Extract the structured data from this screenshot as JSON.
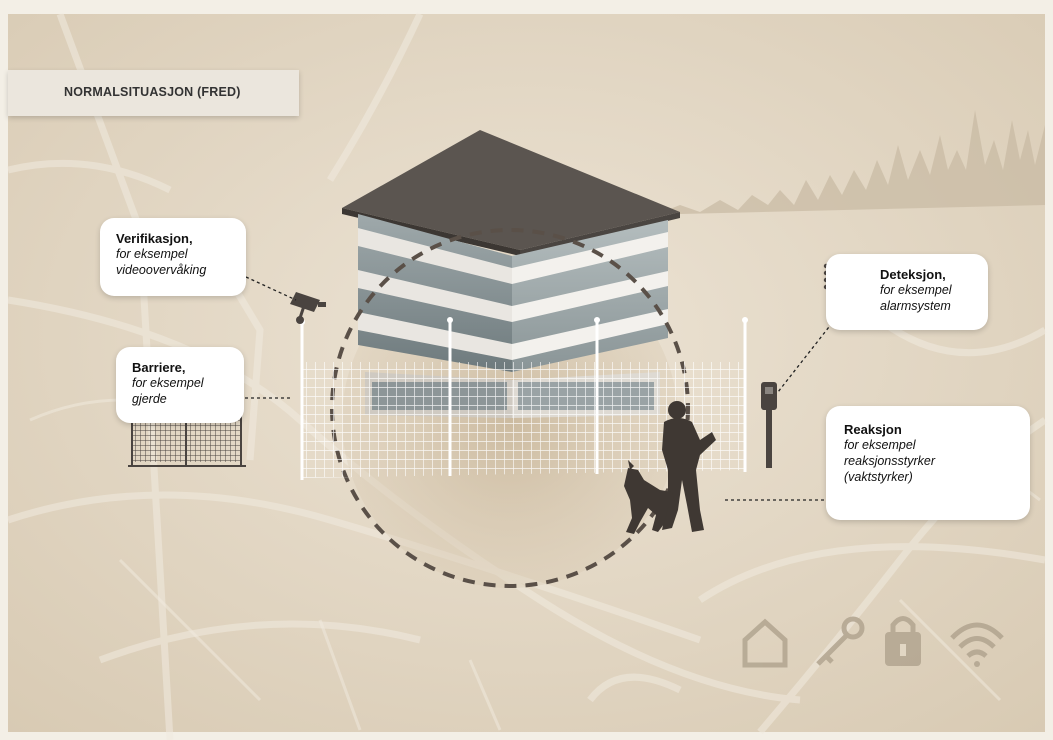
{
  "scenario_tab": "NORMALSITUASJON (FRED)",
  "labels": {
    "verification": {
      "title": "Verifikasjon,",
      "line1": "for eksempel",
      "line2": "videoovervåking"
    },
    "barrier": {
      "title": "Barriere,",
      "line1": "for eksempel",
      "line2": "gjerde"
    },
    "detection": {
      "title": "Deteksjon,",
      "line1": "for eksempel",
      "line2": "alarmsystem"
    },
    "reaction": {
      "title": "Reaksjon",
      "line1": "for eksempel",
      "line2": "reaksjonsstyrker",
      "line3": "(vaktstyrker)"
    }
  },
  "icons": [
    "house-icon",
    "key-icon",
    "padlock-icon",
    "wifi-icon"
  ],
  "colors": {
    "background": "#e3d8c5",
    "frame": "#f3efe6",
    "dashed_ring": "#5a5048",
    "silhouette": "#3f3833"
  }
}
